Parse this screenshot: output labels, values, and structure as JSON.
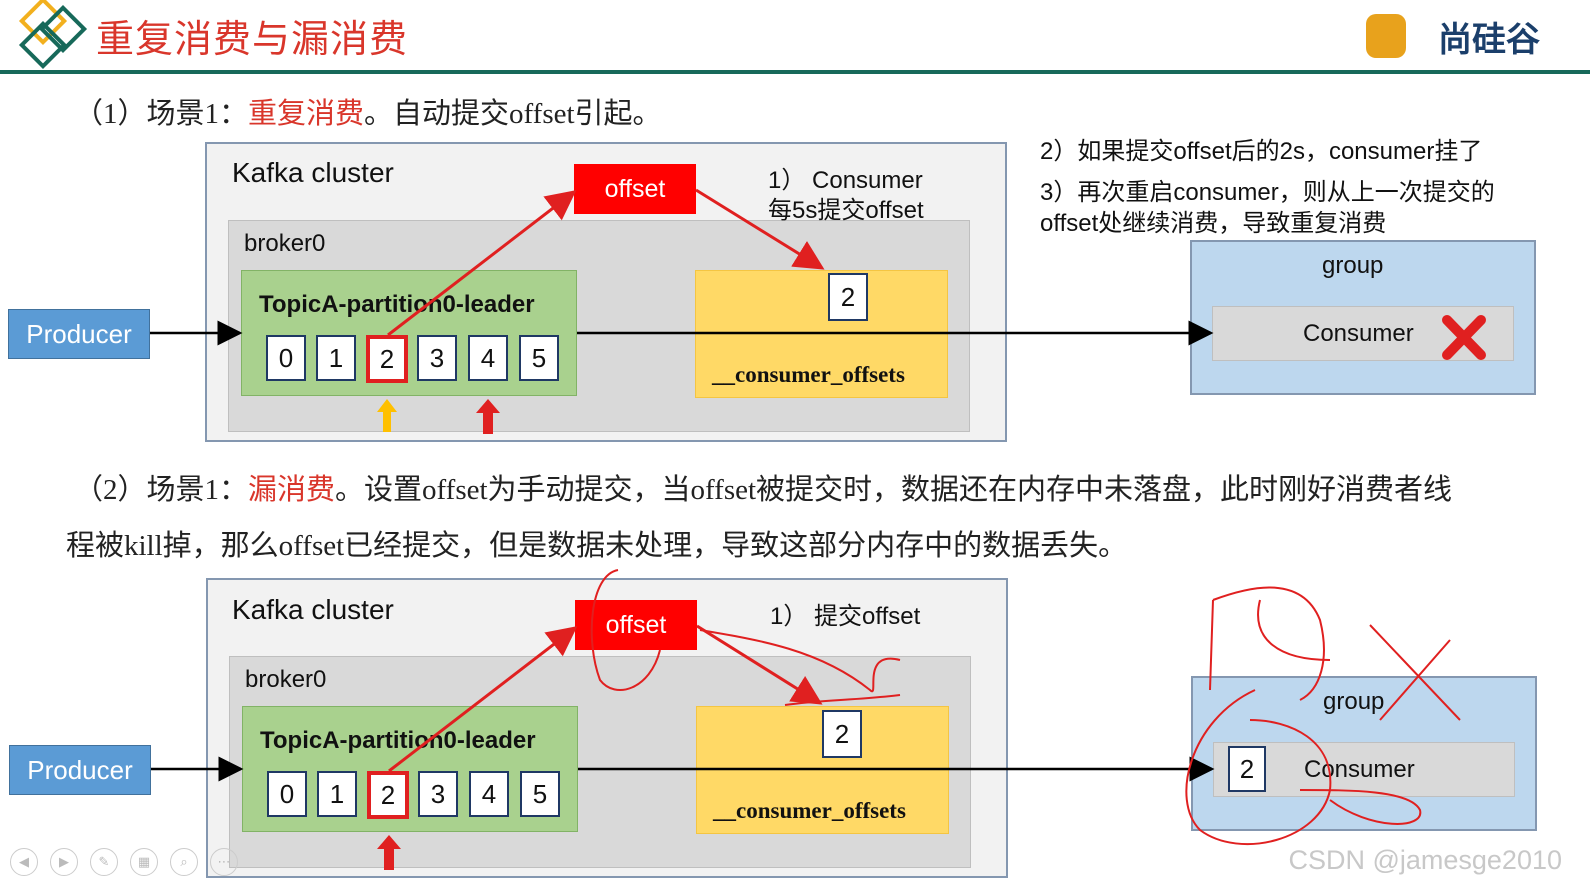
{
  "header": {
    "title": "重复消费与漏消费",
    "brand": "尚硅谷"
  },
  "scene1": {
    "prefix": "（1）场景1：",
    "highlight": "重复消费",
    "suffix": "。自动提交offset引起。"
  },
  "diagram1": {
    "cluster_label": "Kafka cluster",
    "broker_label": "broker0",
    "partition_label": "TopicA-partition0-leader",
    "offsets": [
      "0",
      "1",
      "2",
      "3",
      "4",
      "5"
    ],
    "highlighted_offset": "2",
    "offset_box": "offset",
    "step1_line1": "1）  Consumer",
    "step1_line2": "每5s提交offset",
    "committed_value": "2",
    "consumer_offsets_label": "__consumer_offsets",
    "producer": "Producer",
    "note2": "2）如果提交offset后的2s，consumer挂了",
    "note3_line1": "3）再次重启consumer，则从上一次提交的",
    "note3_line2": "offset处继续消费，导致重复消费",
    "group_label": "group",
    "consumer_label": "Consumer",
    "arrow_colors": {
      "consumed": "#ffc000",
      "committed": "#e02020"
    }
  },
  "scene2": {
    "prefix": "（2）场景1：",
    "highlight": "漏消费",
    "suffix": "。设置offset为手动提交，当offset被提交时，数据还在内存中未落盘，此时刚好消费者线",
    "line2": "程被kill掉，那么offset已经提交，但是数据未处理，导致这部分内存中的数据丢失。"
  },
  "diagram2": {
    "cluster_label": "Kafka cluster",
    "broker_label": "broker0",
    "partition_label": "TopicA-partition0-leader",
    "offsets": [
      "0",
      "1",
      "2",
      "3",
      "4",
      "5"
    ],
    "highlighted_offset": "2",
    "offset_box": "offset",
    "step1": "1）  提交offset",
    "committed_value": "2",
    "consumer_offsets_label": "__consumer_offsets",
    "producer": "Producer",
    "group_label": "group",
    "consumer_value": "2",
    "consumer_label": "Consumer"
  },
  "watermark": "CSDN @jamesge2010",
  "colors": {
    "accent_red": "#d9362b",
    "header_line": "#17695a",
    "producer_blue": "#5b9bd5",
    "partition_green": "#a9d18e",
    "offsets_yellow": "#ffd966",
    "group_blue": "#bdd7ee"
  }
}
